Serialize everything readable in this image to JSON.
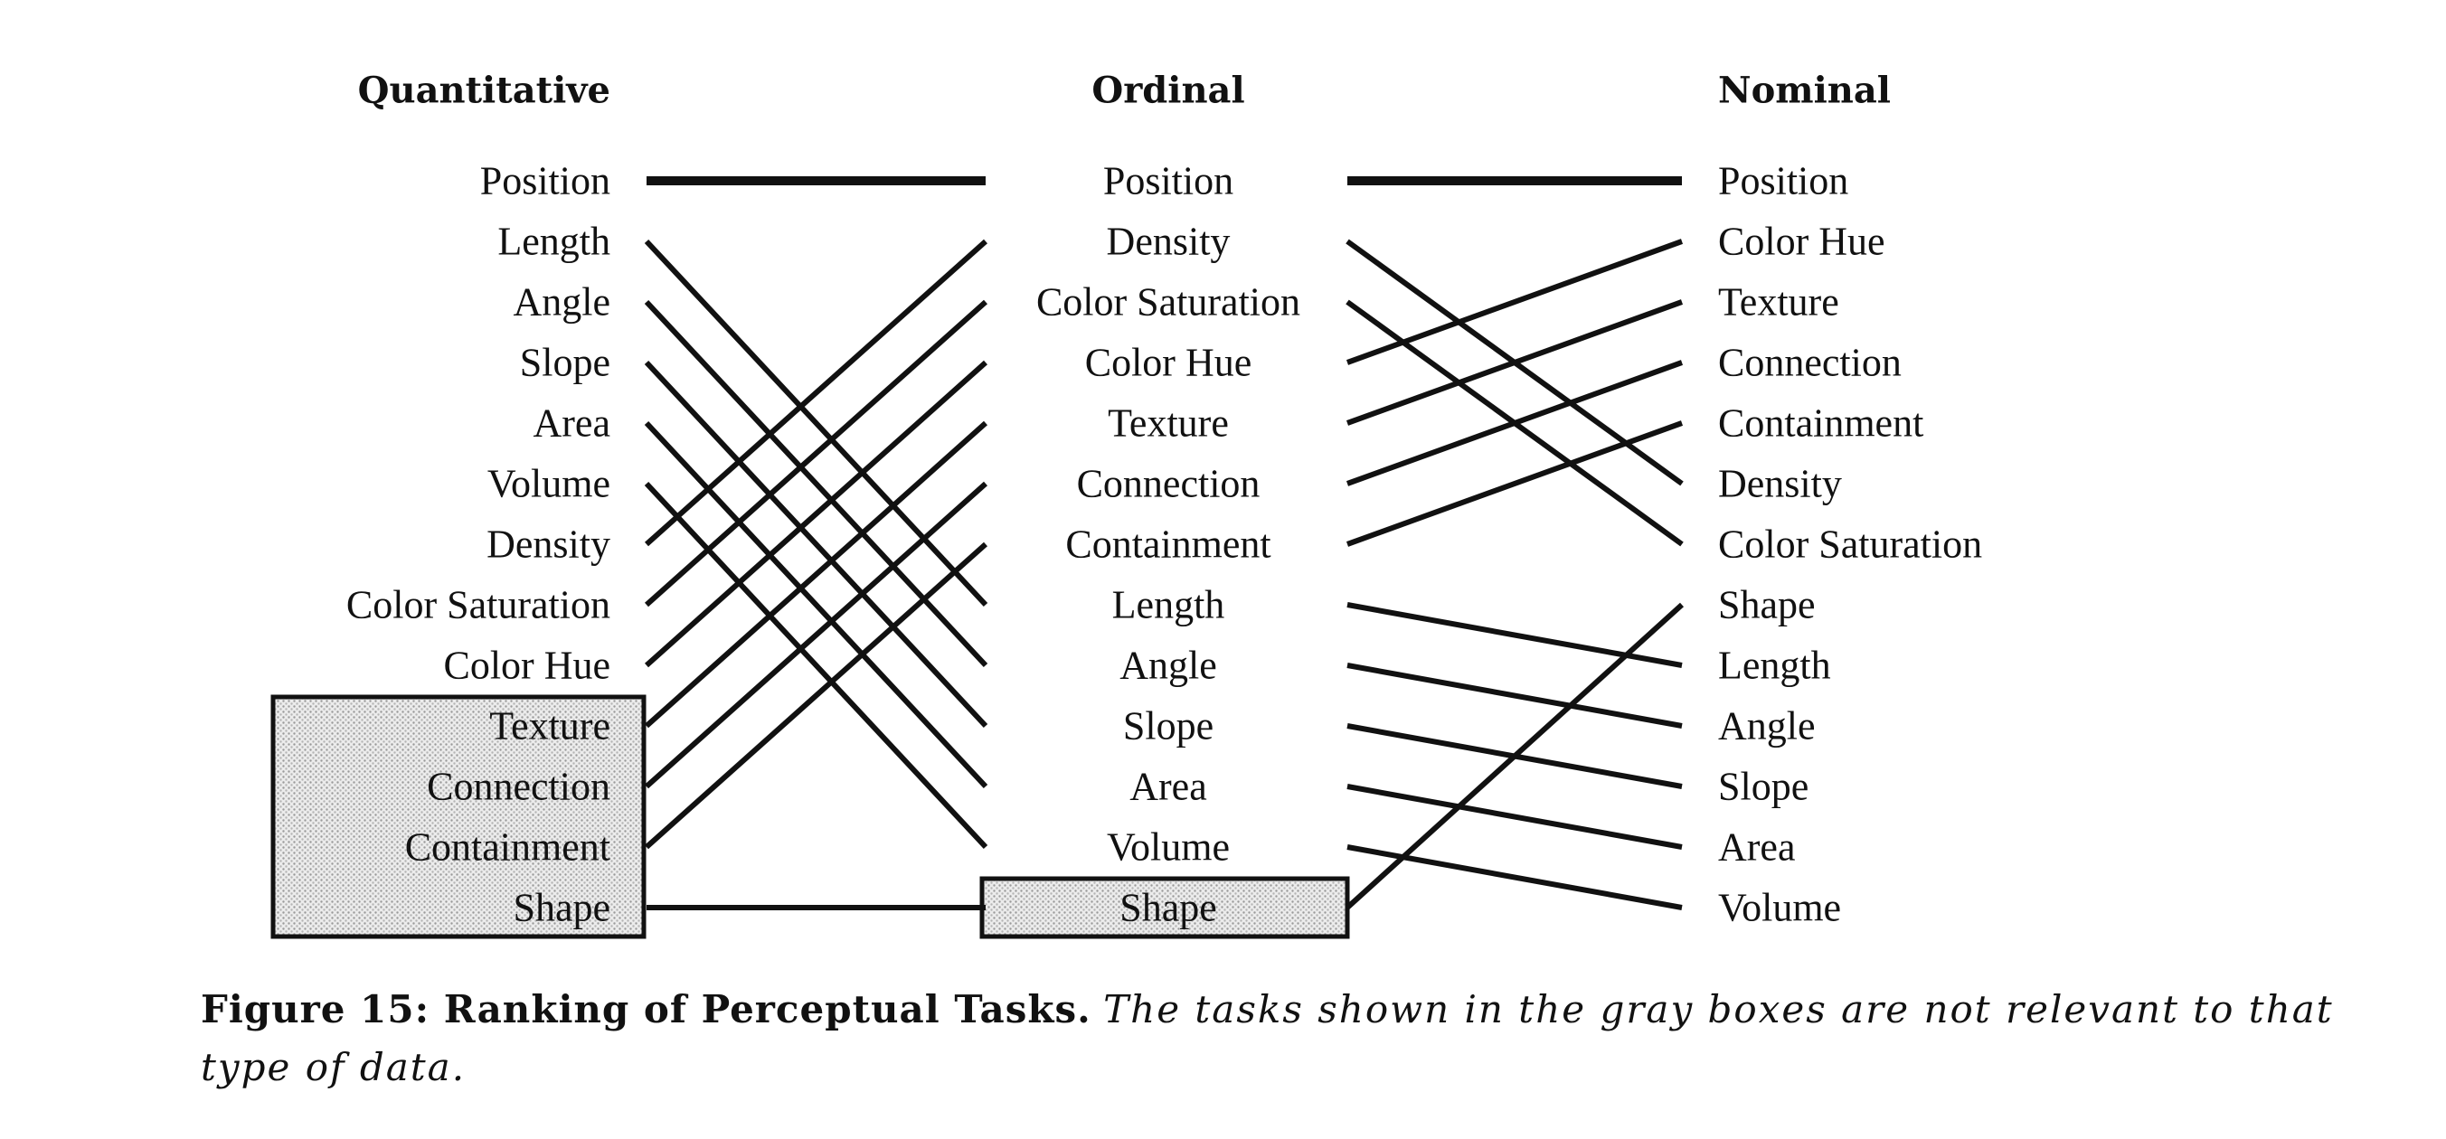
{
  "columns": [
    {
      "key": "quantitative",
      "title": "Quantitative",
      "items": [
        "Position",
        "Length",
        "Angle",
        "Slope",
        "Area",
        "Volume",
        "Density",
        "Color Saturation",
        "Color Hue",
        "Texture",
        "Connection",
        "Containment",
        "Shape"
      ],
      "gray_items": [
        "Texture",
        "Connection",
        "Containment",
        "Shape"
      ]
    },
    {
      "key": "ordinal",
      "title": "Ordinal",
      "items": [
        "Position",
        "Density",
        "Color Saturation",
        "Color Hue",
        "Texture",
        "Connection",
        "Containment",
        "Length",
        "Angle",
        "Slope",
        "Area",
        "Volume",
        "Shape"
      ],
      "gray_items": [
        "Shape"
      ]
    },
    {
      "key": "nominal",
      "title": "Nominal",
      "items": [
        "Position",
        "Color Hue",
        "Texture",
        "Connection",
        "Containment",
        "Density",
        "Color Saturation",
        "Shape",
        "Length",
        "Angle",
        "Slope",
        "Area",
        "Volume"
      ],
      "gray_items": []
    }
  ],
  "caption": {
    "label": "Figure 15: Ranking of Perceptual Tasks.",
    "text": "The tasks shown in the gray boxes are not relevant to that type of data."
  },
  "colors": {
    "line": "#111111",
    "gray_box_fill": "#cfcfcf",
    "gray_box_border": "#111111"
  }
}
